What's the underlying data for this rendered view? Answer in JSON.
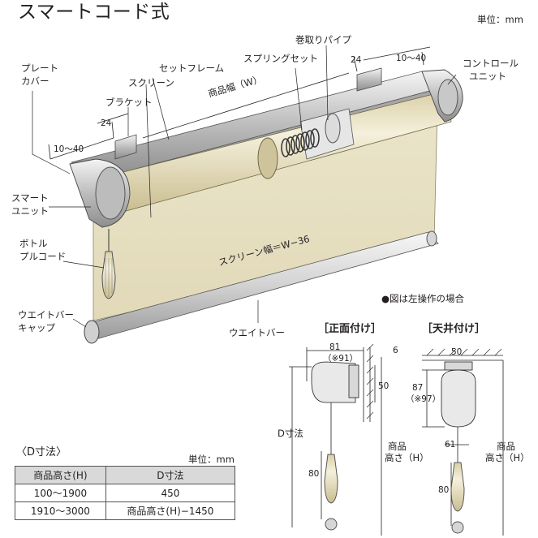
{
  "title": "スマートコード式",
  "unit_top": "単位：mm",
  "labels": {
    "plate_cover": [
      "プレート",
      "カバー"
    ],
    "set_frame": "セットフレーム",
    "screen": "スクリーン",
    "bracket": "ブラケット",
    "product_width": "商品幅（W）",
    "spring_set": "スプリングセット",
    "winding_pipe": "巻取りパイプ",
    "control_unit": [
      "コントロール",
      "ユニット"
    ],
    "smart_unit": [
      "スマート",
      "ユニット"
    ],
    "bottle_pull_cord": [
      "ボトル",
      "プルコード"
    ],
    "weight_bar_cap": [
      "ウエイトバー",
      "キャップ"
    ],
    "weight_bar": "ウエイトバー",
    "screen_width": "スクリーン幅＝W−36",
    "note": "●図は左操作の場合"
  },
  "dimensions": {
    "left_24": "24",
    "left_10_40": "10〜40",
    "right_24": "24",
    "right_10_40": "10〜40"
  },
  "front_mount": {
    "title": "［正面付け］",
    "w81": "81",
    "w91": "（※91）",
    "d6": "6",
    "h50": "50",
    "d_dim": "D寸法",
    "h80": "80",
    "product_height": [
      "商品",
      "高さ（H）"
    ]
  },
  "ceiling_mount": {
    "title": "［天井付け］",
    "w50": "50",
    "h87": "87",
    "h97": "（※97）",
    "w61": "61",
    "h80": "80",
    "product_height": [
      "商品",
      "高さ（H）"
    ]
  },
  "d_table": {
    "title": "〈D寸法〉",
    "unit": "単位：mm",
    "headers": [
      "商品高さ(H)",
      "D寸法"
    ],
    "rows": [
      [
        "100〜1900",
        "450"
      ],
      [
        "1910〜3000",
        "商品高さ(H)−1450"
      ]
    ]
  }
}
